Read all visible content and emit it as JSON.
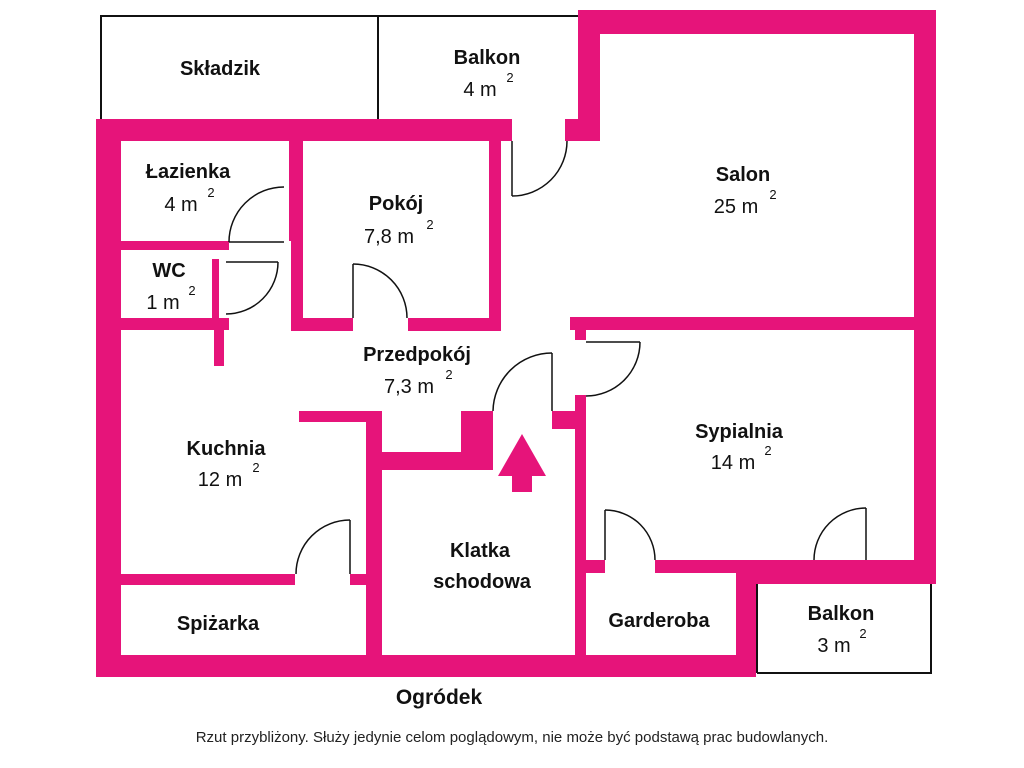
{
  "colors": {
    "wall": "#e6147a",
    "line": "#111111",
    "background": "#ffffff"
  },
  "sup": "2",
  "rooms": {
    "skladzik": {
      "name": "Składzik"
    },
    "balkon_top": {
      "name": "Balkon",
      "area": "4 m"
    },
    "lazienka": {
      "name": "Łazienka",
      "area": "4 m"
    },
    "pokoj": {
      "name": "Pokój",
      "area": "7,8 m"
    },
    "salon": {
      "name": "Salon",
      "area": "25 m"
    },
    "wc": {
      "name": "WC",
      "area": "1 m"
    },
    "przedpokoj": {
      "name": "Przedpokój",
      "area": "7,3 m"
    },
    "kuchnia": {
      "name": "Kuchnia",
      "area": "12 m"
    },
    "sypialnia": {
      "name": "Sypialnia",
      "area": "14 m"
    },
    "klatka": {
      "name_line1": "Klatka",
      "name_line2": "schodowa"
    },
    "spizarka": {
      "name": "Spiżarka"
    },
    "garderoba": {
      "name": "Garderoba"
    },
    "balkon_bottom": {
      "name": "Balkon",
      "area": "3 m"
    }
  },
  "outside": {
    "ogrodek": "Ogródek"
  },
  "caption": "Rzut przybliżony. Służy jedynie celom poglądowym, nie może być podstawą prac budowlanych.",
  "entrance": {
    "icon": "arrow-up-icon"
  }
}
